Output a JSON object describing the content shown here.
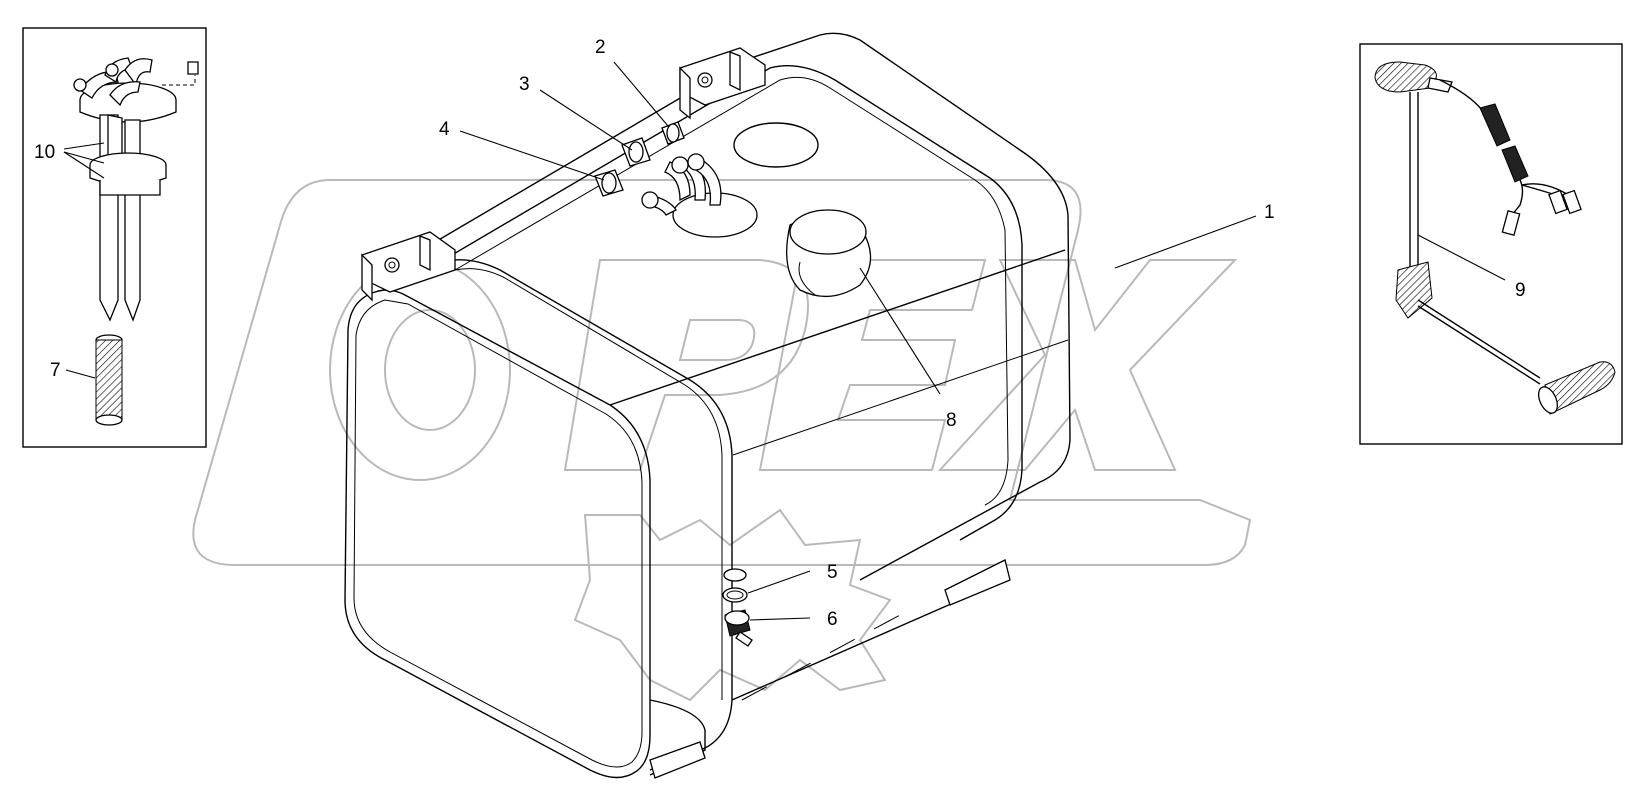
{
  "diagram": {
    "watermark_text": "OPEX",
    "callouts": [
      {
        "id": "1",
        "label": "1",
        "part": "fuel-tank"
      },
      {
        "id": "2",
        "label": "2",
        "part": "union-fitting-top"
      },
      {
        "id": "3",
        "label": "3",
        "part": "union-fitting-middle"
      },
      {
        "id": "4",
        "label": "4",
        "part": "union-fitting-lower"
      },
      {
        "id": "5",
        "label": "5",
        "part": "seal-rings"
      },
      {
        "id": "6",
        "label": "6",
        "part": "drain-plug"
      },
      {
        "id": "7",
        "label": "7",
        "part": "filter-element"
      },
      {
        "id": "8",
        "label": "8",
        "part": "filler-cap"
      },
      {
        "id": "9",
        "label": "9",
        "part": "level-sensor"
      },
      {
        "id": "10",
        "label": "10",
        "part": "intake-clamp-rings"
      }
    ],
    "insets": {
      "left": "fuel-intake-assembly",
      "right": "fuel-level-sensor-assembly"
    },
    "colors": {
      "line": "#000000",
      "watermark": "#b9b9b9",
      "background": "#ffffff"
    }
  }
}
